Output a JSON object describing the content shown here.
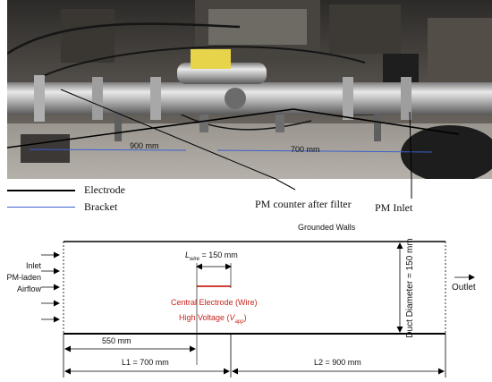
{
  "photo": {
    "dim_left": "900 mm",
    "dim_right": "700 mm"
  },
  "legend": {
    "electrode_label": "Electrode",
    "electrode_color": "#000000",
    "bracket_label": "Bracket",
    "bracket_color": "#3a5fcd"
  },
  "callouts": {
    "pm_counter": "PM counter after filter",
    "pm_inlet": "PM Inlet"
  },
  "diagram": {
    "top_label": "Grounded Walls",
    "inlet_lines": [
      "Inlet",
      "PM-laden",
      "Airflow"
    ],
    "outlet_label": "Outlet",
    "lwire_sym": "L",
    "lwire_sub": "wire",
    "lwire_value": " = 150 mm",
    "central_electrode": "Central Electrode (Wire)",
    "hv_prefix": "High Voltage (",
    "hv_sym": "V",
    "hv_sub": "app",
    "hv_suffix": ")",
    "duct_diameter": "Duct Diameter = 150 mm",
    "dim_550": "550 mm",
    "dim_l1": "L1 = 700 mm",
    "dim_l2": "L2 = 900 mm",
    "wire_color": "#c8241c"
  }
}
